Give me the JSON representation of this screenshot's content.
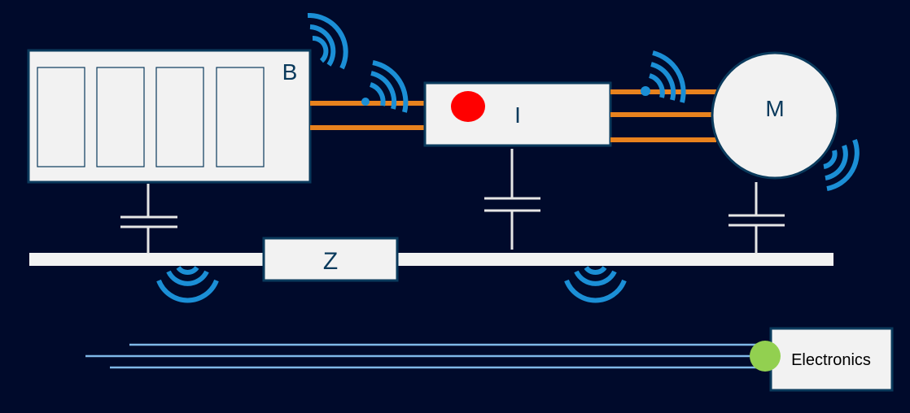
{
  "labels": {
    "battery": "B",
    "inverter": "I",
    "motor": "M",
    "impedance": "Z",
    "electronics": "Electronics"
  },
  "colors": {
    "background": "#000a2b",
    "box_fill": "#f2f2f2",
    "box_border": "#0a3a5c",
    "power_line": "#e8821e",
    "wireless": "#1b8fd6",
    "signal_line": "#7fb8e8",
    "ground_bus": "#f2f2f2",
    "capacitor": "#e6e6e6",
    "fault_marker": "#ff0000",
    "ok_marker": "#92d050"
  },
  "icons": [
    "wireless-emission-icon",
    "fault-indicator-dot",
    "ok-indicator-dot",
    "capacitor-symbol"
  ]
}
